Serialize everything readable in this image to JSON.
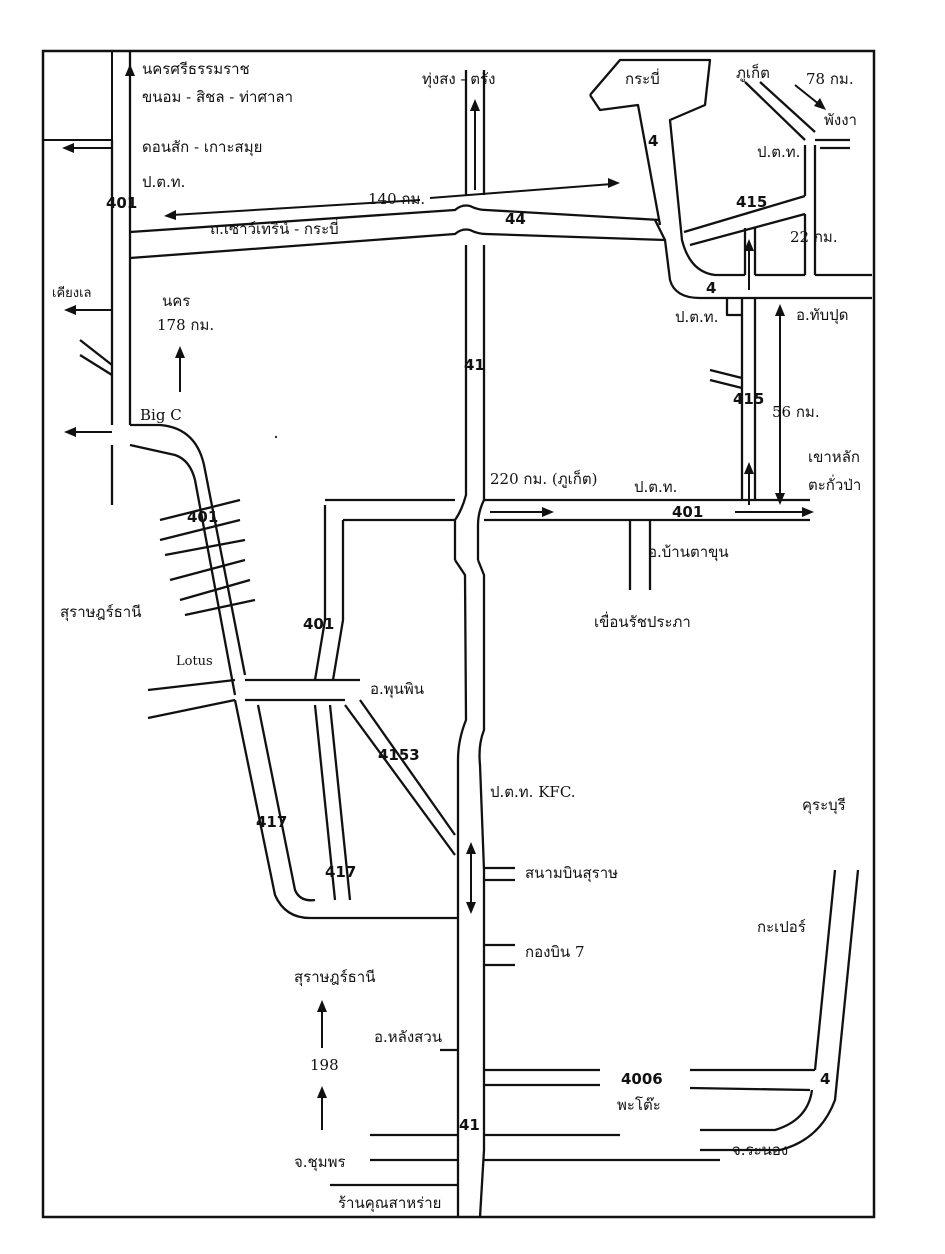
{
  "labels": {
    "nakhon_si": "นครศรีธรรมราช",
    "khanom": "ขนอม - สิชล - ท่าศาลา",
    "donsak": "ดอนสัก - เกาะสมุย",
    "ptt_1": "ป.ต.ท.",
    "khiang_le": "เคียงเล",
    "nakhon_178": "นคร",
    "km178": "178 กม.",
    "big_c": "Big C",
    "surat_west": "สุราษฎร์ธานี",
    "lotus": "Lotus",
    "thungsong": "ทุ่งสง - ตรัง",
    "km140": "140 กม.",
    "southern_rd": "ถ.เซาว์เทริน์ - กระบี่",
    "krabi": "กระบี่",
    "phuket": "ภูเก็ต",
    "km78": "78 กม.",
    "phangnga": "พังงา",
    "ptt_2": "ป.ต.ท.",
    "km22": "22 กม.",
    "ptt_3": "ป.ต.ท.",
    "thap_put": "อ.ทับปุด",
    "km56": "56 กม.",
    "khao_lak": "เขาหลัก",
    "takua_pa": "ตะกั่วป่า",
    "km220": "220 กม. (ภูเก็ต)",
    "ptt_4": "ป.ต.ท.",
    "ban_ta_khun": "อ.บ้านตาขุน",
    "ratchaprapha": "เขื่อนรัชประภา",
    "phunphin": "อ.พุนพิน",
    "ptt_kfc": "ป.ต.ท. KFC.",
    "airport": "สนามบินสุราษ",
    "wing7": "กองบิน 7",
    "surat_south": "สุราษฎร์ธานี",
    "km198": "198",
    "lang_suan": "อ.หลังสวน",
    "chumphon": "จ.ชุมพร",
    "khun_sa": "ร้านคุณสาหร่าย",
    "khura_buri": "คุระบุรี",
    "kapoe": "กะเปอร์",
    "pato": "พะโต๊ะ",
    "ranong": "จ.ระนอง"
  },
  "route_numbers": {
    "r401_top": "401",
    "r401_bigc": "401",
    "r401_mid": "401",
    "r401_east": "401",
    "r44": "44",
    "r41_top": "41",
    "r41_bottom": "41",
    "r4_krabi": "4",
    "r4_mid": "4",
    "r4_south": "4",
    "r415_top": "415",
    "r415_mid": "415",
    "r417_left": "417",
    "r417_right": "417",
    "r4153": "4153",
    "r4006": "4006"
  }
}
